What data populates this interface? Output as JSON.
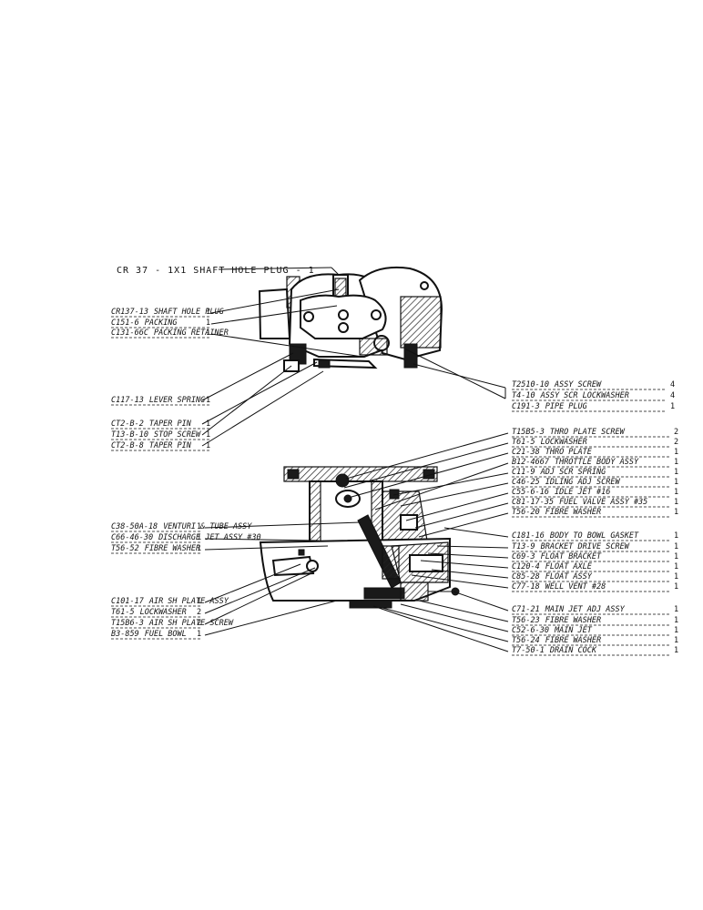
{
  "title_callout": "CR 37 - 1X1   SHAFT HOLE PLUG - 1",
  "top_left_parts": [
    {
      "num": "CR137-13",
      "name": "SHAFT HOLE PLUG",
      "qty": "1"
    },
    {
      "num": "C151-6",
      "name": "PACKING",
      "qty": "1"
    },
    {
      "num": "C131-66C",
      "name": "PACKING RETAINER",
      "qty": "1"
    },
    {
      "num": "C117-13",
      "name": "LEVER SPRING",
      "qty": "1"
    },
    {
      "num": "CT2-B-2",
      "name": "TAPER PIN",
      "qty": "1"
    },
    {
      "num": "T13-B-10",
      "name": "STOP SCREW",
      "qty": "1"
    },
    {
      "num": "CT2-B-8",
      "name": "TAPER PIN",
      "qty": "1"
    }
  ],
  "top_right_parts": [
    {
      "num": "T2510-10",
      "name": "ASSY SCREW",
      "qty": "4"
    },
    {
      "num": "T4-10",
      "name": "ASSY SCR LOCKWASHER",
      "qty": "4"
    },
    {
      "num": "C191-3",
      "name": "PIPE PLUG",
      "qty": "1"
    }
  ],
  "right_parts_a": [
    {
      "num": "T15B5-3",
      "name": "THRO PLATE SCREW",
      "qty": "2"
    },
    {
      "num": "T61-5",
      "name": "LOCKWASHER",
      "qty": "2"
    },
    {
      "num": "C21-38",
      "name": "THRO PLATE",
      "qty": "1"
    },
    {
      "num": "B12-4667",
      "name": "THROTTLE BODY ASSY",
      "qty": "1"
    },
    {
      "num": "C11-9",
      "name": "ADJ SCR SPRING",
      "qty": "1"
    },
    {
      "num": "C46-25",
      "name": "IDLING ADJ SCREW",
      "qty": "1"
    },
    {
      "num": "C55-6-16",
      "name": "IDLE JET #16",
      "qty": "1"
    },
    {
      "num": "C81-17-35",
      "name": "FUEL VALVE ASSY #35",
      "qty": "1"
    },
    {
      "num": "T56-20",
      "name": "FIBRE WASHER",
      "qty": "1"
    }
  ],
  "left_parts_b": [
    {
      "num": "C38-50A-18",
      "name": "VENTURI & TUBE ASSY",
      "qty": "1"
    },
    {
      "num": "C66-46-30",
      "name": "DISCHARGE JET ASSY #30",
      "qty": "1"
    },
    {
      "num": "T56-52",
      "name": "FIBRE WASHER",
      "qty": "1"
    }
  ],
  "right_parts_b": [
    {
      "num": "C181-16",
      "name": "BODY TO BOWL GASKET",
      "qty": "1"
    },
    {
      "num": "T13-9",
      "name": "BRACKET DRIVE SCREW",
      "qty": "1"
    },
    {
      "num": "C69-3",
      "name": "FLOAT BRACKET",
      "qty": "1"
    },
    {
      "num": "C120-4",
      "name": "FLOAT AXLE",
      "qty": "1"
    },
    {
      "num": "C85-28",
      "name": "FLOAT ASSY",
      "qty": "1"
    },
    {
      "num": "C77-18",
      "name": "WELL VENT #28",
      "qty": "1"
    }
  ],
  "left_parts_c": [
    {
      "num": "C101-17",
      "name": "AIR SH PLATE ASSY",
      "qty": "1"
    },
    {
      "num": "T61-5",
      "name": "LOCKWASHER",
      "qty": "2"
    },
    {
      "num": "T15B6-3",
      "name": "AIR SH PLATE SCREW",
      "qty": "2"
    },
    {
      "num": "B3-859",
      "name": "FUEL BOWL",
      "qty": "1"
    }
  ],
  "right_parts_c": [
    {
      "num": "C71-21",
      "name": "MAIN JET ADJ ASSY",
      "qty": "1"
    },
    {
      "num": "T56-23",
      "name": "FIBRE WASHER",
      "qty": "1"
    },
    {
      "num": "C52-6-30",
      "name": "MAIN JET",
      "qty": "1"
    },
    {
      "num": "T56-24",
      "name": "FIBRE WASHER",
      "qty": "1"
    },
    {
      "num": "T7-50-1",
      "name": "DRAIN COCK",
      "qty": "1"
    }
  ]
}
